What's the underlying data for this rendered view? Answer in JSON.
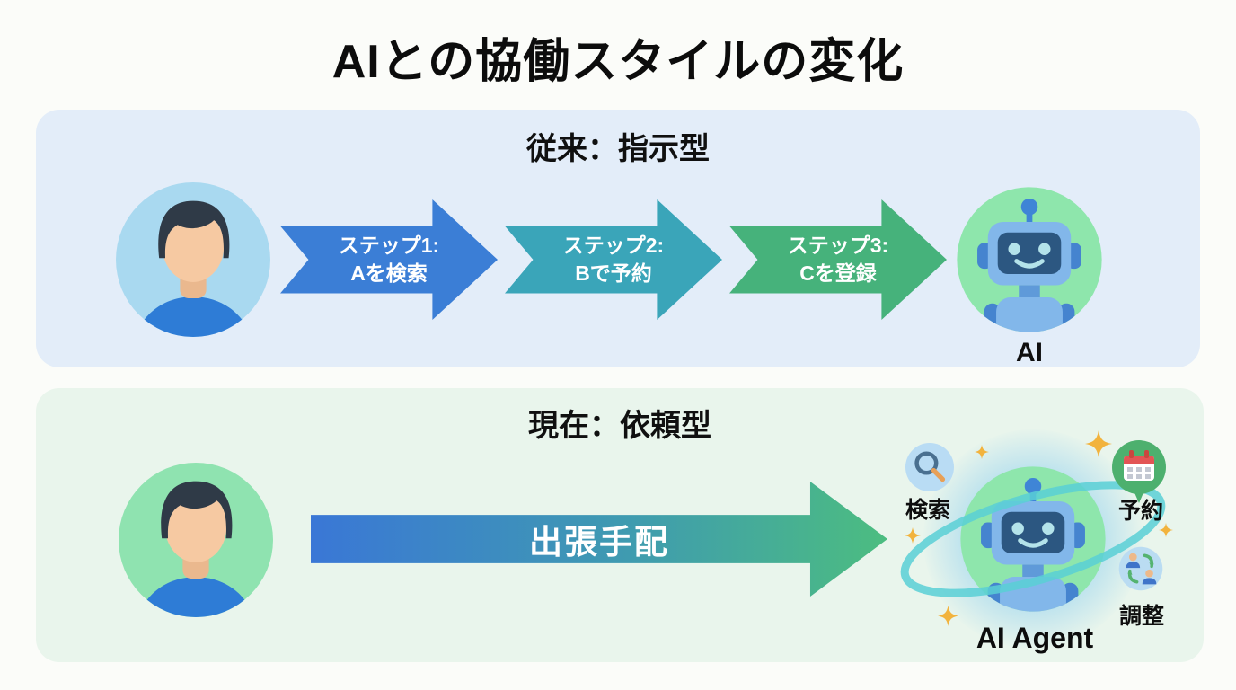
{
  "title": "AIとの協働スタイルの変化",
  "panels": {
    "traditional": {
      "heading": "従来：指示型",
      "actor_icon": "person-avatar",
      "steps": [
        {
          "line1": "ステップ1:",
          "line2": "Aを検索",
          "arrow_color": "#3b7ed6"
        },
        {
          "line1": "ステップ2:",
          "line2": "Bで予約",
          "arrow_color": "#3aa5b9"
        },
        {
          "line1": "ステップ3:",
          "line2": "Cを登録",
          "arrow_color": "#46b27b"
        }
      ],
      "ai_label": "AI",
      "ai_icon": "robot-icon"
    },
    "current": {
      "heading": "現在：依頼型",
      "actor_icon": "person-avatar",
      "request_label": "出張手配",
      "agent_label": "AI Agent",
      "agent_icon": "robot-icon",
      "capabilities": [
        {
          "label": "検索",
          "icon": "search-icon"
        },
        {
          "label": "予約",
          "icon": "calendar-icon"
        },
        {
          "label": "調整",
          "icon": "people-sync-icon"
        }
      ]
    }
  },
  "colors": {
    "page_background": "#fbfcf9",
    "panel_traditional_bg": "#e3edf9",
    "panel_current_bg": "#e9f5ec",
    "step1_arrow": "#3b7ed6",
    "step2_arrow": "#3aa5b9",
    "step3_arrow": "#46b27b",
    "request_arrow_gradient_start": "#3a77d6",
    "request_arrow_gradient_end": "#4cbd80",
    "avatar_bg_blue": "#a9d9f0",
    "avatar_bg_green": "#8fe3b0",
    "robot_circle_green": "#8ee6ac",
    "orbit_ring": "#5ad0d6",
    "sparkle": "#f2b33d",
    "title_text": "#0c0c0c"
  }
}
